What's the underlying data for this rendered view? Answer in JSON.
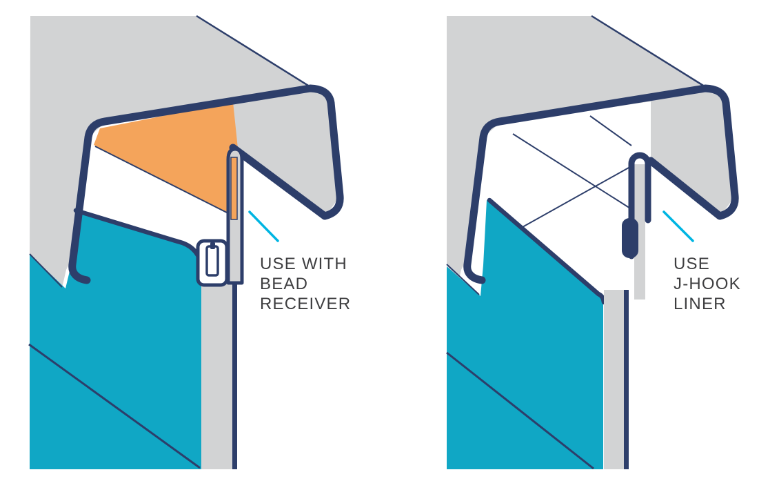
{
  "panels": [
    {
      "id": "bead-receiver",
      "label_lines": [
        "USE WITH",
        "BEAD",
        "RECEIVER"
      ]
    },
    {
      "id": "j-hook",
      "label_lines": [
        "USE",
        "J-HOOK",
        "LINER"
      ]
    }
  ],
  "colors": {
    "coping_gray": "#d2d3d4",
    "outline_navy": "#2d3e6a",
    "liner_teal": "#10a7c5",
    "receiver_orange": "#f4a45b",
    "callout_cyan": "#00b5e2",
    "label_text": "#3e3e40",
    "background": "#ffffff"
  }
}
